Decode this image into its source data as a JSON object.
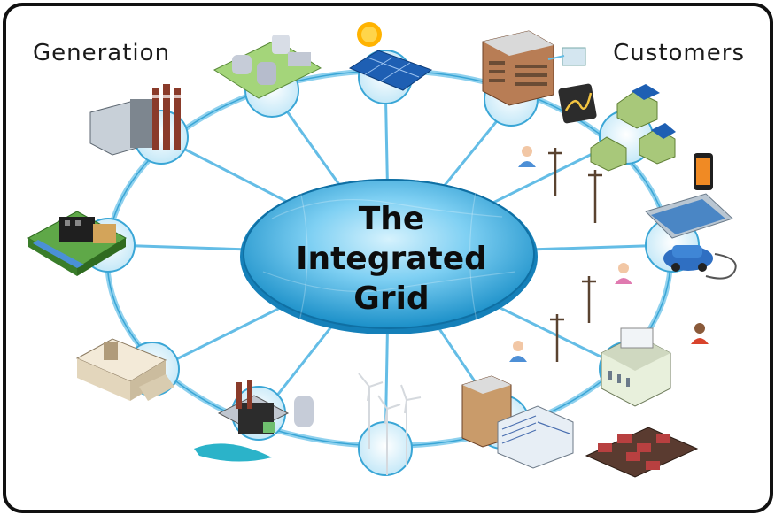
{
  "diagram": {
    "left_label": "Generation",
    "right_label": "Customers",
    "center_title": [
      "The",
      "Integrated",
      "Grid"
    ]
  },
  "colors": {
    "ring": "#8fd1ee",
    "ring_dark": "#3aa6d6",
    "hub_fill": "#2aa9e0",
    "hub_light": "#bfe9fb",
    "node": "#e9f7fe",
    "frame": "#111111"
  },
  "icons": [
    "coal-plant-icon",
    "nuclear-plant-icon",
    "solar-panel-icon",
    "office-building-icon",
    "factory-icon",
    "house-solar-icon",
    "smartphone-icon",
    "ev-charger-icon",
    "power-plant-icon",
    "data-center-icon",
    "battery-storage-icon",
    "wind-turbine-icon",
    "city-buildings-icon",
    "gas-plant-icon",
    "person-icon",
    "utility-pole-icon",
    "sun-icon",
    "meter-icon",
    "chart-icon"
  ]
}
